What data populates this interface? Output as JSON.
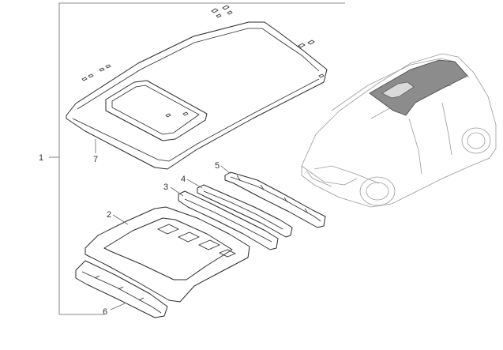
{
  "callouts": {
    "roof_assembly": "1",
    "roof_panel_frame": "2",
    "roof_bow_3": "3",
    "roof_bow_4": "4",
    "roof_bow_5": "5",
    "front_header_rail": "6",
    "roof_outer_panel": "7"
  },
  "colors": {
    "line": "#2a2a2a",
    "leader": "#666666",
    "vehicle_outline": "#9a9a9a",
    "highlight_roof": "#8c8c8c"
  },
  "icons": {
    "vehicle": "suv-outline-icon",
    "fastener": "clip-icon"
  }
}
